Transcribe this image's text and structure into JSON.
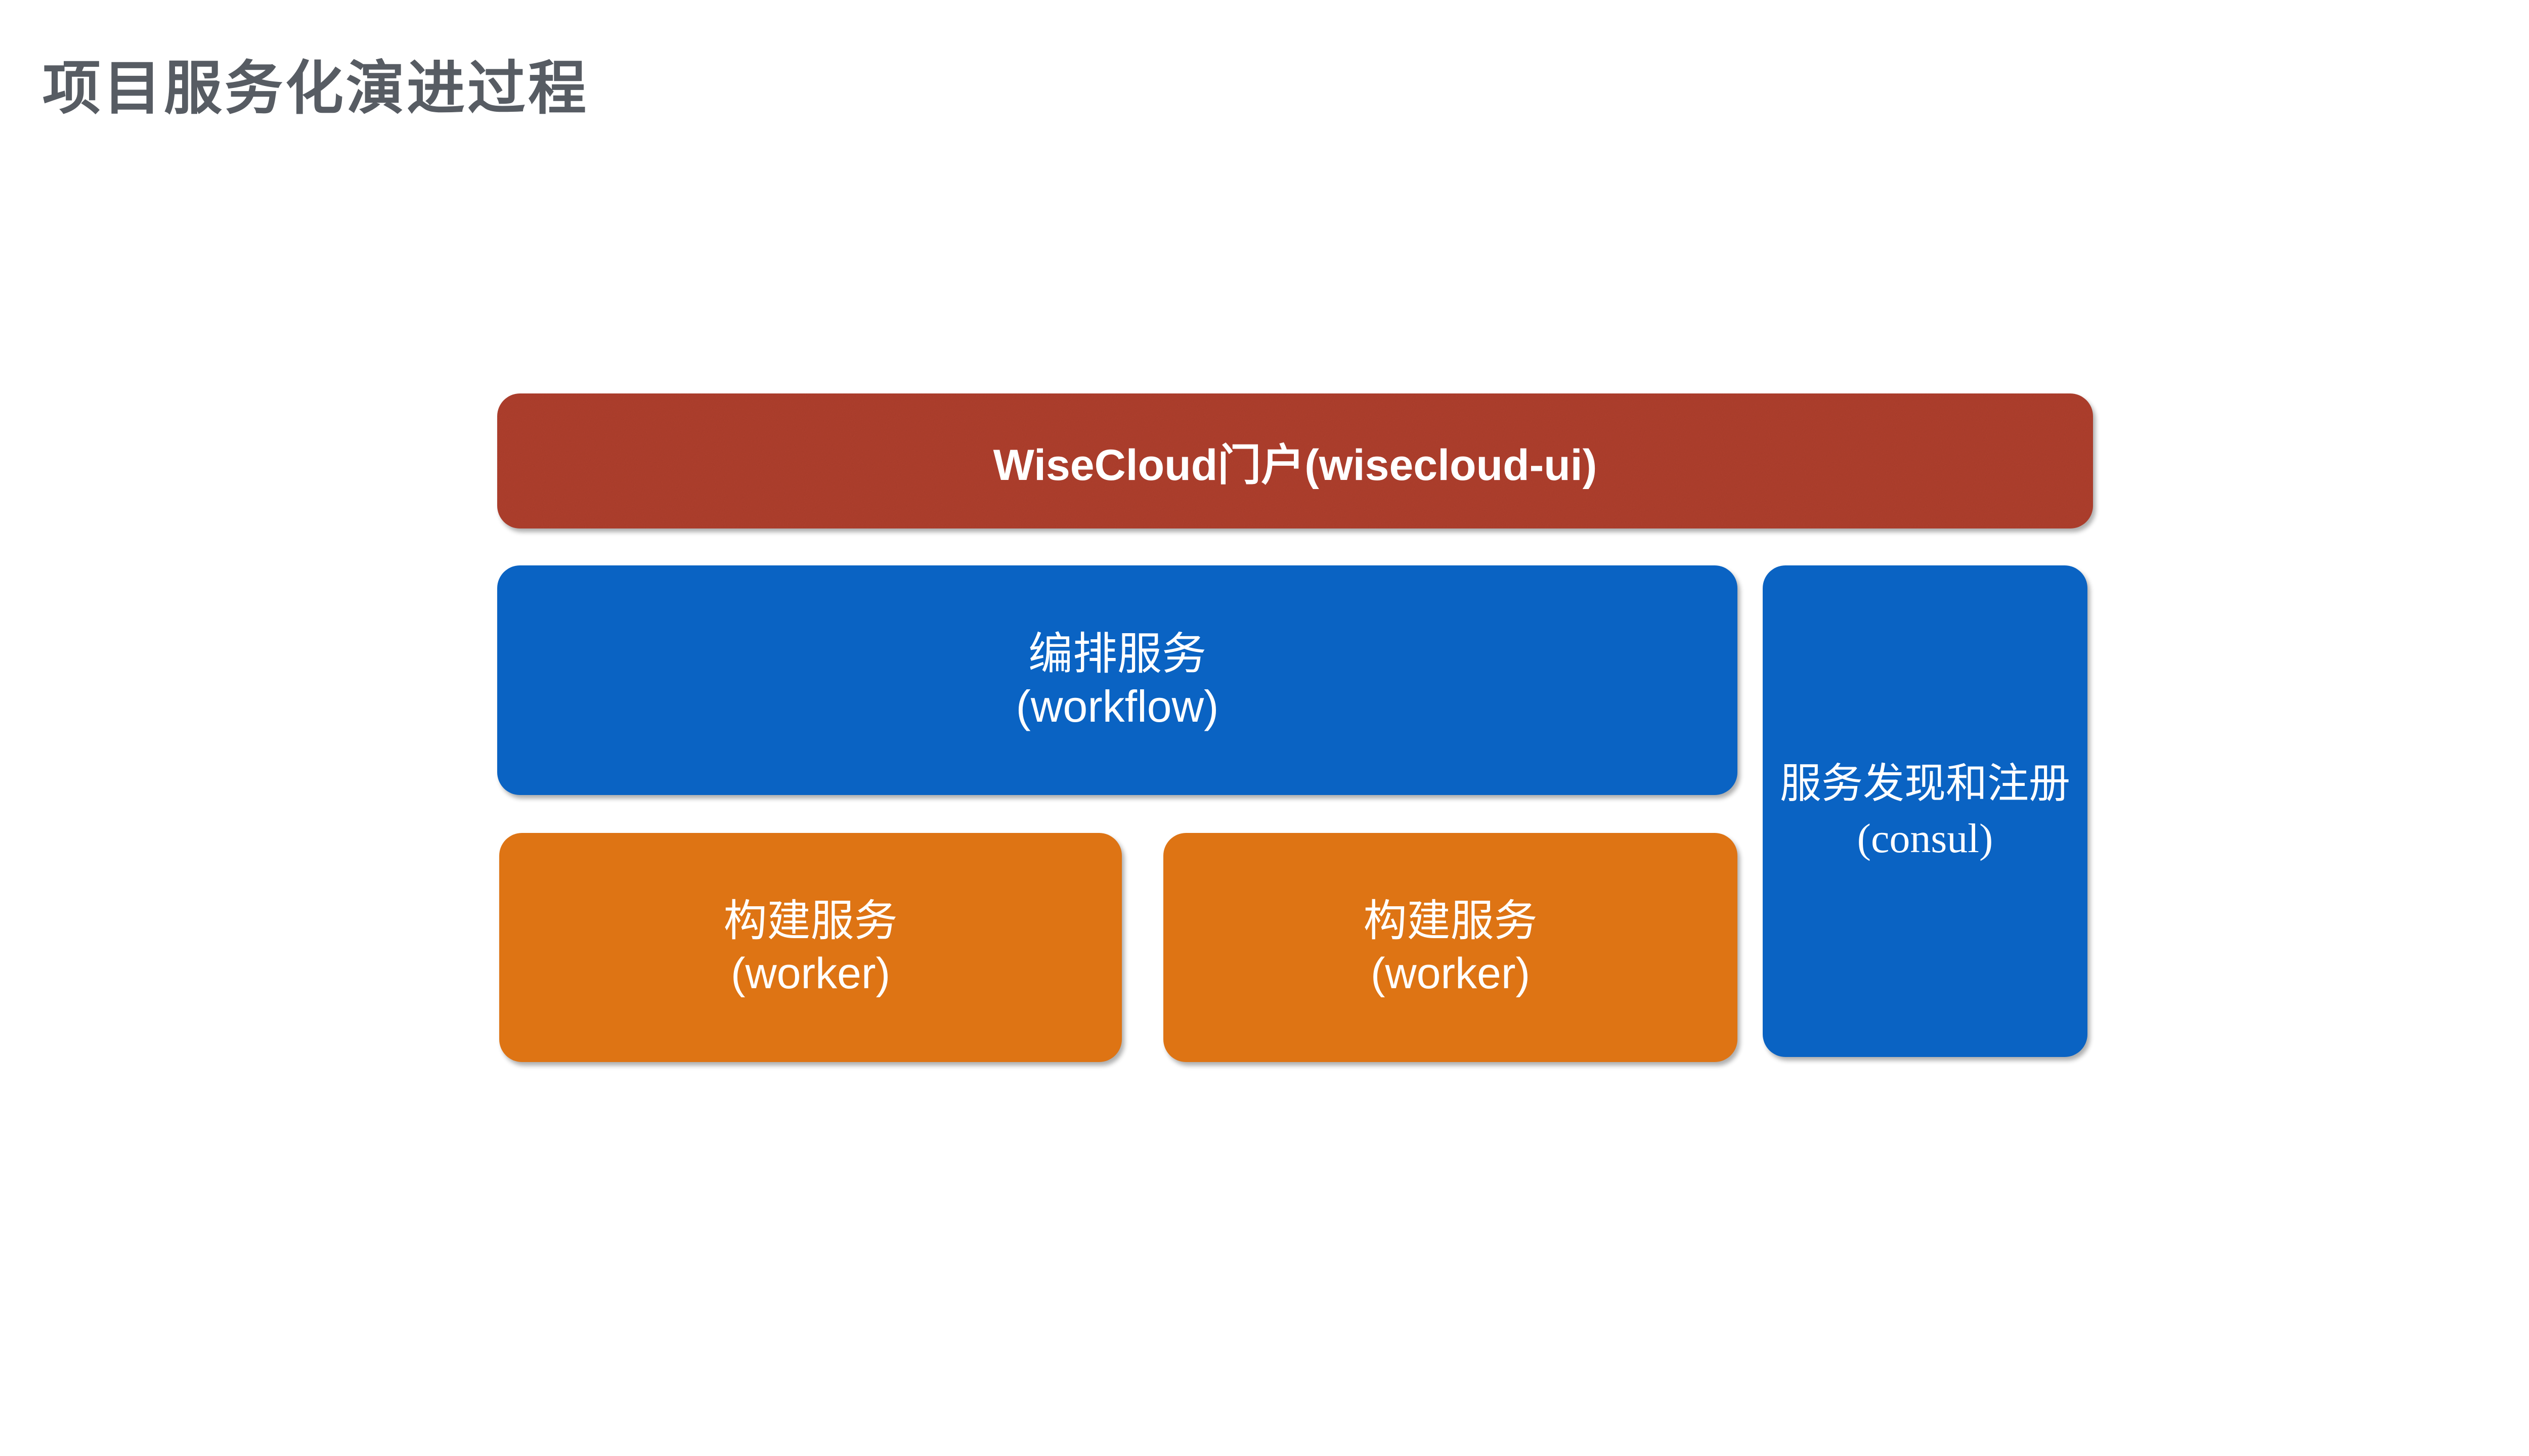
{
  "slide": {
    "title": "项目服务化演进过程"
  },
  "diagram": {
    "portal": {
      "label": "WiseCloud门户(wisecloud-ui)"
    },
    "workflow": {
      "name_cn": "编排服务",
      "name_en": "(workflow)"
    },
    "workers": [
      {
        "name_cn": "构建服务",
        "name_en": "(worker)"
      },
      {
        "name_cn": "构建服务",
        "name_en": "(worker)"
      }
    ],
    "consul": {
      "name_cn": "服务发现和注册",
      "name_en": "(consul)"
    }
  },
  "colors": {
    "background": "#FFFFFF",
    "title_gray": "#575C63",
    "portal_red": "#AE3E2C",
    "service_blue": "#0A63C3",
    "worker_orange": "#DE7414",
    "box_text": "#FFFFFF"
  }
}
